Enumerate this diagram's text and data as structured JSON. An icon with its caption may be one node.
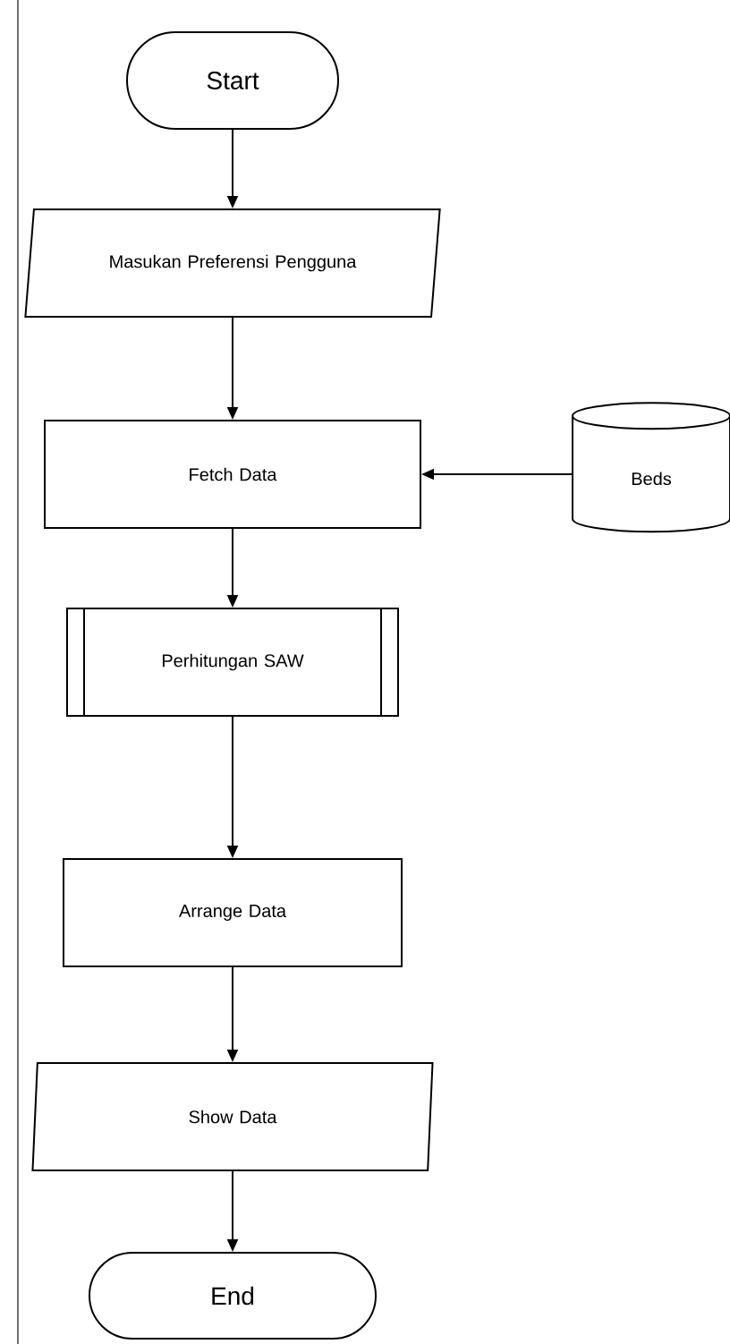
{
  "diagram": {
    "nodes": [
      {
        "text": [
          "Start"
        ]
      },
      {
        "text": [
          "Masukan Preferensi Pengguna"
        ]
      },
      {
        "text": [
          "Fetch Data"
        ]
      },
      {
        "text": [
          "Beds"
        ]
      },
      {
        "text": [
          "Perhitungan SAW"
        ]
      },
      {
        "text": [
          "Arrange Data"
        ]
      },
      {
        "text": [
          "Show Data"
        ]
      },
      {
        "text": [
          "End"
        ]
      }
    ],
    "edges": [
      {
        "from": 0,
        "to": 1,
        "arrow": "to"
      },
      {
        "from": 1,
        "to": 2,
        "arrow": "to"
      },
      {
        "from": 3,
        "to": 2,
        "arrow": "to"
      },
      {
        "from": 2,
        "to": 4,
        "arrow": "to"
      },
      {
        "from": 4,
        "to": 5,
        "arrow": "to"
      },
      {
        "from": 5,
        "to": 6,
        "arrow": "to"
      },
      {
        "from": 6,
        "to": 7,
        "arrow": "to"
      }
    ]
  }
}
